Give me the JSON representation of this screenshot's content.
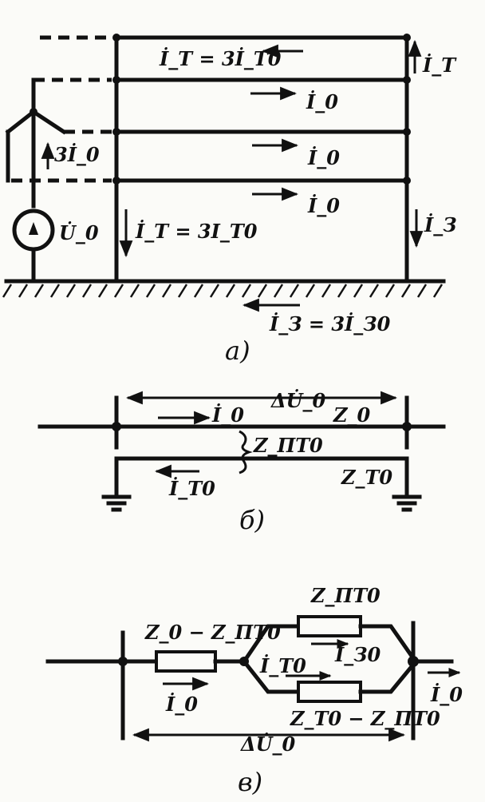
{
  "diagram_a": {
    "labels": {
      "top_wire_current": "İ_T = 3İ_T0",
      "right_top_current": "İ_T",
      "phase_current_1": "İ_0",
      "phase_current_2": "İ_0",
      "phase_current_3": "İ_0",
      "source_current": "3İ_0",
      "source_voltage": "U̇_0",
      "left_return_current": "İ_T = 3I_T0",
      "right_ground_current": "İ_З",
      "earth_current": "İ_З = 3İ_З0"
    },
    "caption": "а)"
  },
  "diagram_b": {
    "labels": {
      "voltage_drop": "ΔU̇_0",
      "line_current": "İ_0",
      "line_impedance": "Z_0",
      "mutual_impedance": "Z_ПТ0",
      "wire_current": "İ_Т0",
      "wire_impedance": "Z_Т0"
    },
    "caption": "б)"
  },
  "diagram_c": {
    "labels": {
      "series_impedance": "Z_0 − Z_ПТ0",
      "upper_impedance": "Z_ПТ0",
      "upper_current": "İ_З0",
      "lower_current": "İ_Т0",
      "lower_impedance": "Z_Т0 − Z_ПТ0",
      "input_current": "İ_0",
      "output_current": "İ_0",
      "voltage_drop": "ΔU̇_0"
    },
    "caption": "в)"
  }
}
